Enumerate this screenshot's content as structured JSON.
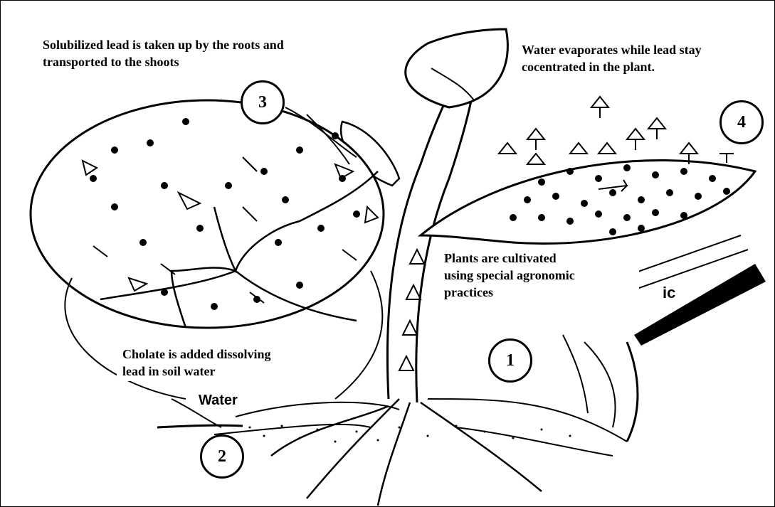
{
  "labels": {
    "step3_text": "Solubilized lead is taken up by the roots and\ntransported to the shoots",
    "step4_text": "Water evaporates while lead stay\ncocentrated in the plant.",
    "step1_text": "Plants are cultivated\nusing special agronomic\npractices",
    "step2_text": "Cholate is added dissolving\nlead in soil water"
  },
  "markers": {
    "one": "1",
    "two": "2",
    "three": "3",
    "four": "4"
  },
  "illustration_text": {
    "water": "Water",
    "partial_word": "ic"
  },
  "colors": {
    "ink": "#000000",
    "background": "#ffffff"
  }
}
